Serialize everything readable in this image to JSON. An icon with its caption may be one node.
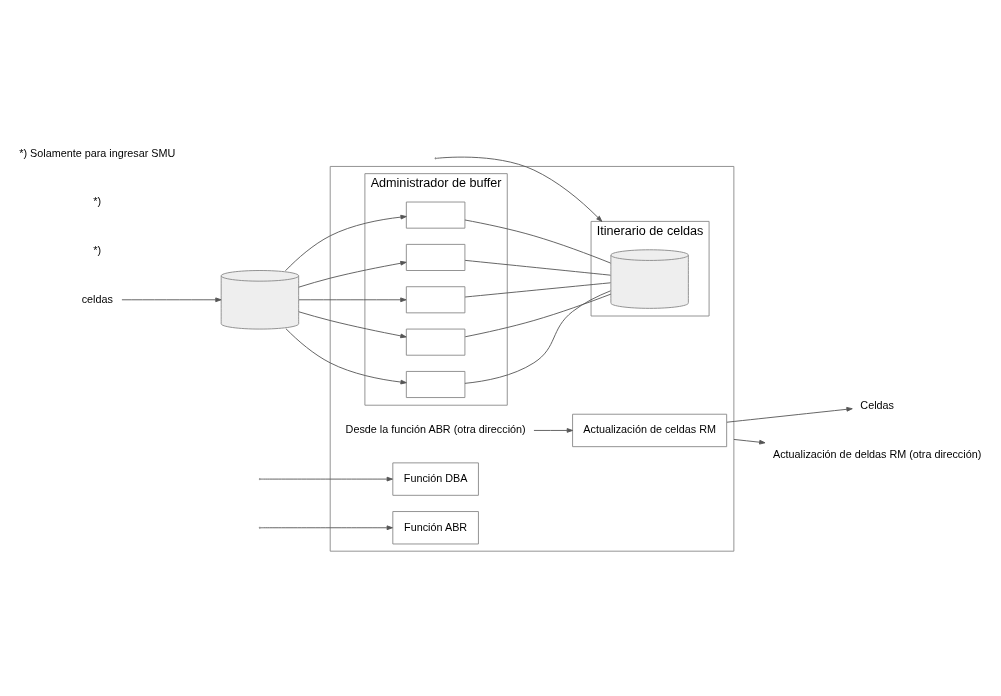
{
  "diagram": {
    "nodes": [
      {
        "text": [],
        "shape": "box"
      },
      {
        "text": [
          "celdas"
        ]
      },
      {
        "text": [],
        "shape": "cylinder"
      },
      {
        "text": [
          "Administrador de buffer"
        ],
        "in": 0
      },
      {
        "text": [],
        "shape": "box",
        "in": 3
      },
      {
        "text": [],
        "shape": "box",
        "in": 3
      },
      {
        "text": [],
        "shape": "box",
        "in": 3
      },
      {
        "text": [],
        "shape": "box",
        "in": 3
      },
      {
        "text": [],
        "shape": "box",
        "in": 3
      },
      {
        "text": [
          "Itinerario de celdas"
        ],
        "in": 0
      },
      {
        "text": [],
        "shape": "cylinder",
        "in": 9
      },
      {
        "text": [
          "Actualización de celdas RM"
        ],
        "in": 0
      },
      {
        "text": [
          "Celdas"
        ]
      },
      {
        "text": [
          "Desde la función ABR (otra dirección)"
        ],
        "in": 0
      },
      {
        "text": [
          "Función DBA"
        ],
        "in": 0
      },
      {
        "text": [
          "Función ABR"
        ],
        "in": 0
      },
      {
        "text": [
          "Actualización de deldas RM (otra dirección)"
        ]
      }
    ],
    "edges": [
      {
        "from": 1,
        "to": 2,
        "arrow": "to"
      },
      {
        "from": 2,
        "to": 4,
        "arrow": "to"
      },
      {
        "from": 2,
        "to": 5,
        "arrow": "to"
      },
      {
        "from": 2,
        "to": 6,
        "arrow": "to"
      },
      {
        "from": 2,
        "to": 7,
        "arrow": "to"
      },
      {
        "from": 2,
        "to": 8,
        "arrow": "to"
      },
      {
        "from": 4,
        "to": 10,
        "arrow": "none"
      },
      {
        "from": 5,
        "to": 10,
        "arrow": "none"
      },
      {
        "from": 6,
        "to": 10,
        "arrow": "none"
      },
      {
        "from": 7,
        "to": 10,
        "arrow": "none"
      },
      {
        "from": 8,
        "to": 10,
        "arrow": "none"
      },
      {
        "from": 11,
        "to": 12,
        "arrow": "to"
      },
      {
        "from": 13,
        "to": 11,
        "arrow": "to"
      },
      {
        "from": null,
        "to": 9,
        "arrow": "to"
      },
      {
        "from": null,
        "to": 14,
        "arrow": "to"
      },
      {
        "from": null,
        "to": 15,
        "arrow": "to"
      },
      {
        "from": 0,
        "to": 16,
        "arrow": "to"
      }
    ],
    "labels": [
      "*)",
      "*)",
      "*) Solamente para ingresar SMU"
    ]
  }
}
